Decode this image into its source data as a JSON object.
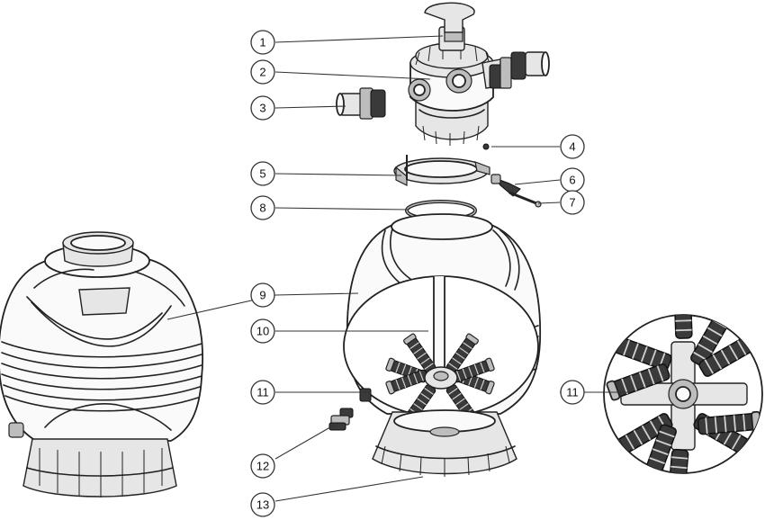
{
  "callouts": [
    {
      "id": "c1",
      "label": "1"
    },
    {
      "id": "c2",
      "label": "2"
    },
    {
      "id": "c3",
      "label": "3"
    },
    {
      "id": "c4",
      "label": "4"
    },
    {
      "id": "c5",
      "label": "5"
    },
    {
      "id": "c6",
      "label": "6"
    },
    {
      "id": "c7",
      "label": "7"
    },
    {
      "id": "c8",
      "label": "8"
    },
    {
      "id": "c9",
      "label": "9"
    },
    {
      "id": "c10",
      "label": "10"
    },
    {
      "id": "c11",
      "label": "11"
    },
    {
      "id": "c11b",
      "label": "11"
    },
    {
      "id": "c12",
      "label": "12"
    },
    {
      "id": "c13",
      "label": "13"
    }
  ]
}
